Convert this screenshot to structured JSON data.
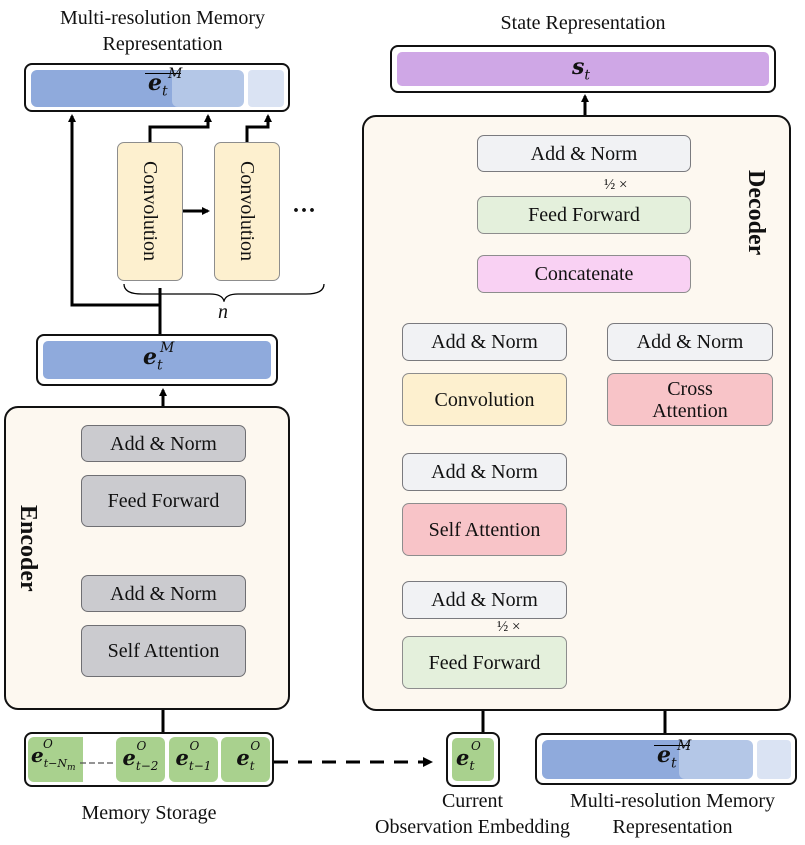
{
  "left": {
    "mem_rep_title_line1": "Multi-resolution Memory",
    "mem_rep_title_line2": "Representation",
    "mem_rep_symbol_base": "e",
    "mem_rep_symbol_sub": "t",
    "mem_rep_symbol_sup": "M",
    "conv1": "Convolution",
    "conv2": "Convolution",
    "ellipsis": "···",
    "n_label": "n",
    "embedding_symbol_base": "e",
    "embedding_symbol_sub": "t",
    "embedding_symbol_sup": "M",
    "encoder": {
      "title": "Encoder",
      "add_norm_top": "Add & Norm",
      "feed_forward": "Feed Forward",
      "add_norm_bottom": "Add & Norm",
      "self_attention": "Self Attention"
    },
    "memory_storage": {
      "label": "Memory Storage",
      "cells": [
        {
          "base": "e",
          "sup": "O",
          "sub": "t−N",
          "sub2": "m"
        },
        {
          "base": "e",
          "sup": "O",
          "sub": "t−2"
        },
        {
          "base": "e",
          "sup": "O",
          "sub": "t−1"
        },
        {
          "base": "e",
          "sup": "O",
          "sub": "t"
        }
      ]
    }
  },
  "right": {
    "state_title": "State Representation",
    "state_symbol_base": "s",
    "state_symbol_sub": "t",
    "decoder": {
      "title": "Decoder",
      "add_norm_top": "Add & Norm",
      "half_top": "½ ×",
      "feed_forward_top": "Feed Forward",
      "concatenate": "Concatenate",
      "add_norm_left": "Add & Norm",
      "add_norm_right": "Add & Norm",
      "convolution": "Convolution",
      "cross_attention_line1": "Cross",
      "cross_attention_line2": "Attention",
      "add_norm_mid": "Add & Norm",
      "self_attention": "Self Attention",
      "add_norm_bottom": "Add & Norm",
      "half_bottom": "½ ×",
      "feed_forward_bottom": "Feed Forward"
    },
    "current_obs": {
      "symbol_base": "e",
      "symbol_sub": "t",
      "symbol_sup": "O",
      "label_line1": "Current",
      "label_line2": "Observation Embedding"
    },
    "mem_rep": {
      "symbol_base": "e",
      "symbol_sub": "t",
      "symbol_sup": "M",
      "label_line1": "Multi-resolution Memory",
      "label_line2": "Representation"
    }
  },
  "colors": {
    "blue_dark": "#8faadc",
    "blue_mid": "#b4c7e7",
    "blue_light": "#dae3f3",
    "purple": "#cfa7e6",
    "green_cell": "#a9d18e"
  }
}
